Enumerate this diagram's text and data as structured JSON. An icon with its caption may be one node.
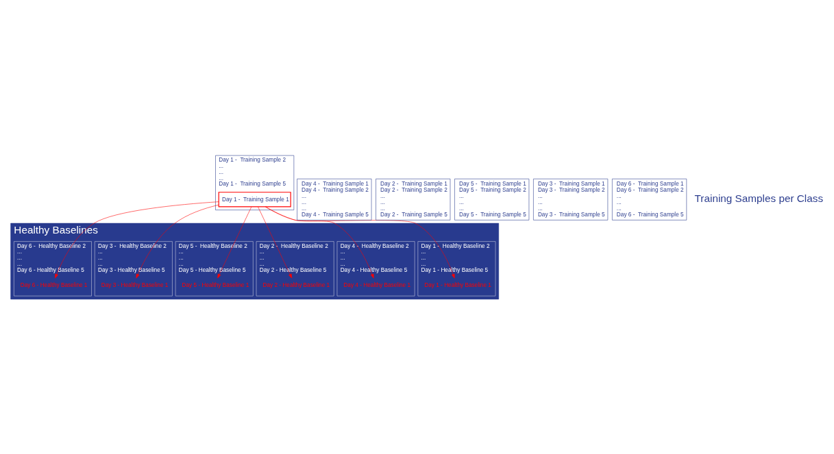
{
  "diagram": {
    "nodes": [
      {
        "text": [
          "Day 1 -  Training Sample 2",
          "...",
          "...",
          "...",
          "Day 1 -  Training Sample 5"
        ]
      },
      {
        "text": [
          "Day 1 -  Training Sample 1"
        ],
        "in": 0
      },
      {
        "text": [
          "Day 4 -  Training Sample 1",
          "Day 4 -  Training Sample 2",
          "...",
          "...",
          "...",
          "Day 4 -  Training Sample 5"
        ]
      },
      {
        "text": [
          "Day 2 -  Training Sample 1",
          "Day 2 -  Training Sample 2",
          "...",
          "...",
          "...",
          "Day 2 -  Training Sample 5"
        ]
      },
      {
        "text": [
          "Day 5 -  Training Sample 1",
          "Day 5 -  Training Sample 2",
          "...",
          "...",
          "...",
          "Day 5 -  Training Sample 5"
        ]
      },
      {
        "text": [
          "Day 3 -  Training Sample 1",
          "Day 3 -  Training Sample 2",
          "...",
          "...",
          "...",
          "Day 3 -  Training Sample 5"
        ]
      },
      {
        "text": [
          "Day 6 -  Training Sample 1",
          "Day 6 -  Training Sample 2",
          "...",
          "...",
          "...",
          "Day 6 -  Training Sample 5"
        ]
      },
      {
        "text": [
          "Healthy Baselines"
        ]
      },
      {
        "text": [
          "Day 1 -  Healthy Baseline 2",
          "...",
          "...",
          "...",
          "Day 1 - Healthy Baseline 5"
        ],
        "in": 7
      },
      {
        "text": [
          "Day 1 - Healthy Baseline 1"
        ],
        "in": 8
      },
      {
        "text": [
          "Day 4 -  Healthy Baseline 2",
          "...",
          "...",
          "...",
          "Day 4 - Healthy Baseline 5"
        ],
        "in": 7
      },
      {
        "text": [
          "Day 4 - Healthy Baseline 1"
        ],
        "in": 10
      },
      {
        "text": [
          "Day 2 -  Healthy Baseline 2",
          "...",
          "...",
          "...",
          "Day 2 - Healthy Baseline 5"
        ],
        "in": 7
      },
      {
        "text": [
          "Day 2 - Healthy Baseline 1"
        ],
        "in": 12
      },
      {
        "text": [
          "Day 5 -  Healthy Baseline 2",
          "...",
          "...",
          "...",
          "Day 5 - Healthy Baseline 5"
        ],
        "in": 7
      },
      {
        "text": [
          "Day 5 - Healthy Baseline 1"
        ],
        "in": 14
      },
      {
        "text": [
          "Day 3 -  Healthy Baseline 2",
          "...",
          "...",
          "...",
          "Day 3 - Healthy Baseline 5"
        ],
        "in": 7
      },
      {
        "text": [
          "Day 3 - Healthy Baseline 1"
        ],
        "in": 16
      },
      {
        "text": [
          "Day 6 -  Healthy Baseline 2",
          "...",
          "...",
          "...",
          "Day 6 - Healthy Baseline 5"
        ],
        "in": 7
      },
      {
        "text": [
          "Day 6 - Healthy Baseline 1"
        ],
        "in": 18
      }
    ],
    "edges": [
      {
        "from": 1,
        "to": 9,
        "arrow": "to"
      },
      {
        "from": 1,
        "to": 11,
        "arrow": "to"
      },
      {
        "from": 1,
        "to": 13,
        "arrow": "to"
      },
      {
        "from": 1,
        "to": 15,
        "arrow": "to"
      },
      {
        "from": 1,
        "to": 17,
        "arrow": "to"
      },
      {
        "from": 1,
        "to": 19,
        "arrow": "to"
      }
    ],
    "labels": [
      "Training Samples per Class"
    ]
  }
}
